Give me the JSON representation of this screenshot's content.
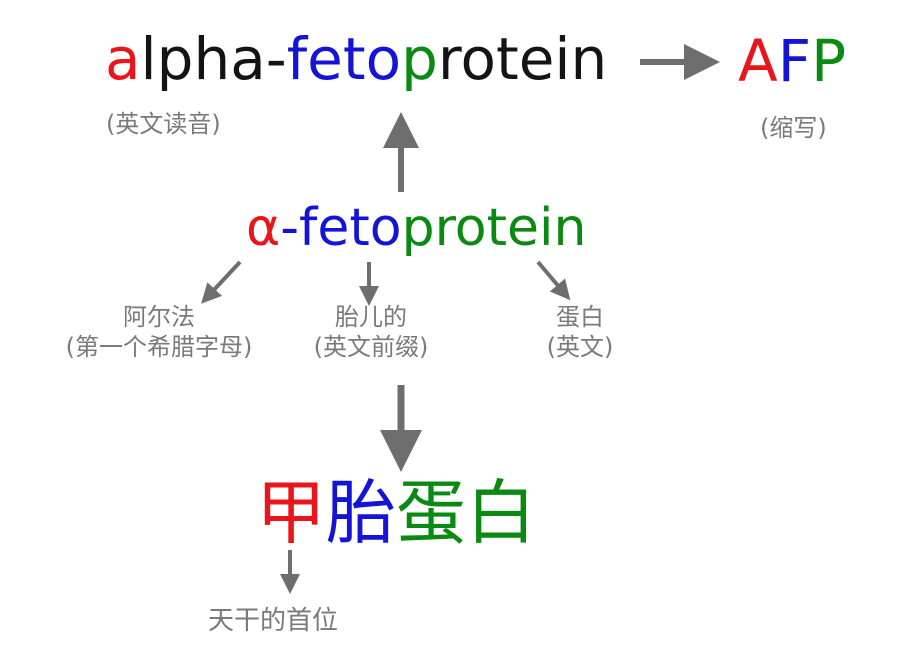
{
  "colors": {
    "red": "#e8151b",
    "blue": "#1414d6",
    "green": "#0a8a12",
    "black": "#141414",
    "gray": "#7a7a7a",
    "arrow": "#6e6e6e"
  },
  "top_word": {
    "a": "a",
    "lpha_dash": "lpha-",
    "feto": "feto",
    "p": "p",
    "rotein": "rotein",
    "caption": "(英文读音)"
  },
  "abbr": {
    "A": "A",
    "F": "F",
    "P": "P",
    "caption": "(缩写)"
  },
  "mid_word": {
    "alpha": "α",
    "dash": "-",
    "feto": "feto",
    "protein": "protein"
  },
  "parts": [
    {
      "line1": "阿尔法",
      "line2": "(第一个希腊字母)"
    },
    {
      "line1": "胎儿的",
      "line2": "(英文前缀)"
    },
    {
      "line1": "蛋白",
      "line2": "(英文)"
    }
  ],
  "chinese_word": {
    "jia": "甲",
    "tai": "胎",
    "danbai": "蛋白",
    "caption": "天干的首位"
  }
}
